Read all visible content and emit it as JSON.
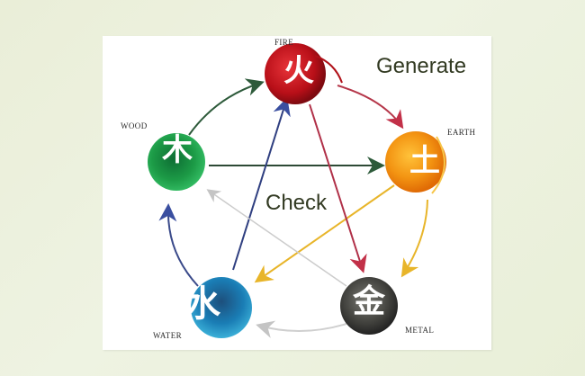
{
  "title_generate": "Generate",
  "title_check": "Check",
  "elements": [
    {
      "id": "fire",
      "label": "FIRE",
      "glyph": "火",
      "color": "#c0121a"
    },
    {
      "id": "earth",
      "label": "EARTH",
      "glyph": "土",
      "color": "#f29a0c"
    },
    {
      "id": "metal",
      "label": "METAL",
      "glyph": "金",
      "color": "#4a4a46"
    },
    {
      "id": "water",
      "label": "WATER",
      "glyph": "水",
      "color": "#1b78b0"
    },
    {
      "id": "wood",
      "label": "WOOD",
      "glyph": "木",
      "color": "#1fa448"
    }
  ],
  "generate_cycle": [
    {
      "from": "wood",
      "to": "fire",
      "color": "#2d5a3a"
    },
    {
      "from": "fire",
      "to": "earth",
      "color": "#b5374a"
    },
    {
      "from": "earth",
      "to": "metal",
      "color": "#e8b52a"
    },
    {
      "from": "metal",
      "to": "water",
      "color": "#c9c9c9"
    },
    {
      "from": "water",
      "to": "wood",
      "color": "#3a4a8a"
    }
  ],
  "check_cycle": [
    {
      "from": "wood",
      "to": "earth",
      "color": "#2d4a35"
    },
    {
      "from": "earth",
      "to": "water",
      "color": "#e8b52a"
    },
    {
      "from": "water",
      "to": "fire",
      "color": "#2f3f80"
    },
    {
      "from": "fire",
      "to": "metal",
      "color": "#b03048"
    },
    {
      "from": "metal",
      "to": "wood",
      "color": "#c8c8c8"
    }
  ]
}
